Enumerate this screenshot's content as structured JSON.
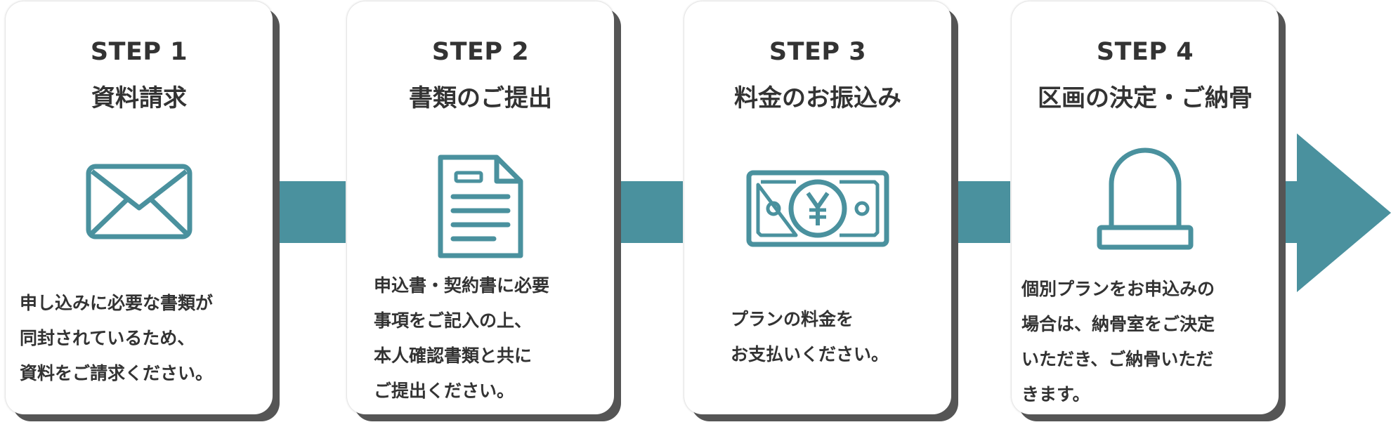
{
  "colors": {
    "accent": "#4a919e",
    "text": "#333333",
    "shadow": "#555555"
  },
  "steps": [
    {
      "label": "STEP 1",
      "title": "資料請求",
      "icon": "envelope-icon",
      "lines": [
        "申し込みに必要な書類が",
        "同封されているため、",
        "資料をご請求ください。"
      ]
    },
    {
      "label": "STEP 2",
      "title": "書類のご提出",
      "icon": "document-icon",
      "lines": [
        "申込書・契約書に必要",
        "事項をご記入の上、",
        "本人確認書類と共に",
        "ご提出ください。"
      ]
    },
    {
      "label": "STEP 3",
      "title": "料金のお振込み",
      "icon": "yen-banknote-icon",
      "lines": [
        "プランの料金を",
        "お支払いください。"
      ]
    },
    {
      "label": "STEP 4",
      "title": "区画の決定・ご納骨",
      "icon": "grave-marker-icon",
      "lines": [
        "個別プランをお申込みの",
        "場合は、納骨室をご決定",
        "いただき、ご納骨いただ",
        "きます。"
      ]
    }
  ],
  "final_arrow_icon": "arrow-right-icon"
}
